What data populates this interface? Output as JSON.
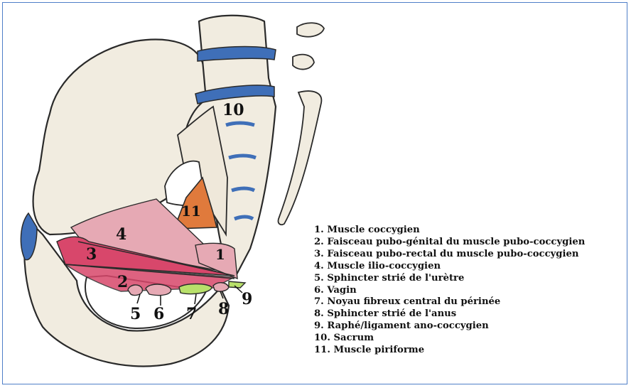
{
  "labels": {
    "l1": "1",
    "l2": "2",
    "l3": "3",
    "l4": "4",
    "l5": "5",
    "l6": "6",
    "l7": "7",
    "l8": "8",
    "l9": "9",
    "l10": "10",
    "l11": "11"
  },
  "legend": [
    "1. Muscle coccygien",
    "2. Faisceau pubo-génital du muscle pubo-coccygien",
    "3. Faisceau pubo-rectal du muscle pubo-coccygien",
    "4. Muscle ilio-coccygien",
    "5. Sphincter strié de l'urètre",
    "6. Vagin",
    "7. Noyau fibreux central du périnée",
    "8. Sphincter strié de l'anus",
    "9. Raphé/ligament ano-coccygien",
    "10. Sacrum",
    "11. Muscle piriforme"
  ],
  "colors": {
    "frame": "#4f7fc8",
    "bone": "#f1ece0",
    "bone_outline": "#2a2a2a",
    "disc": "#3f6fb8",
    "muscle_pink": "#e6a9b4",
    "muscle_deep": "#d8476b",
    "piriforme": "#e07a3c",
    "noyau": "#b8e06a"
  }
}
